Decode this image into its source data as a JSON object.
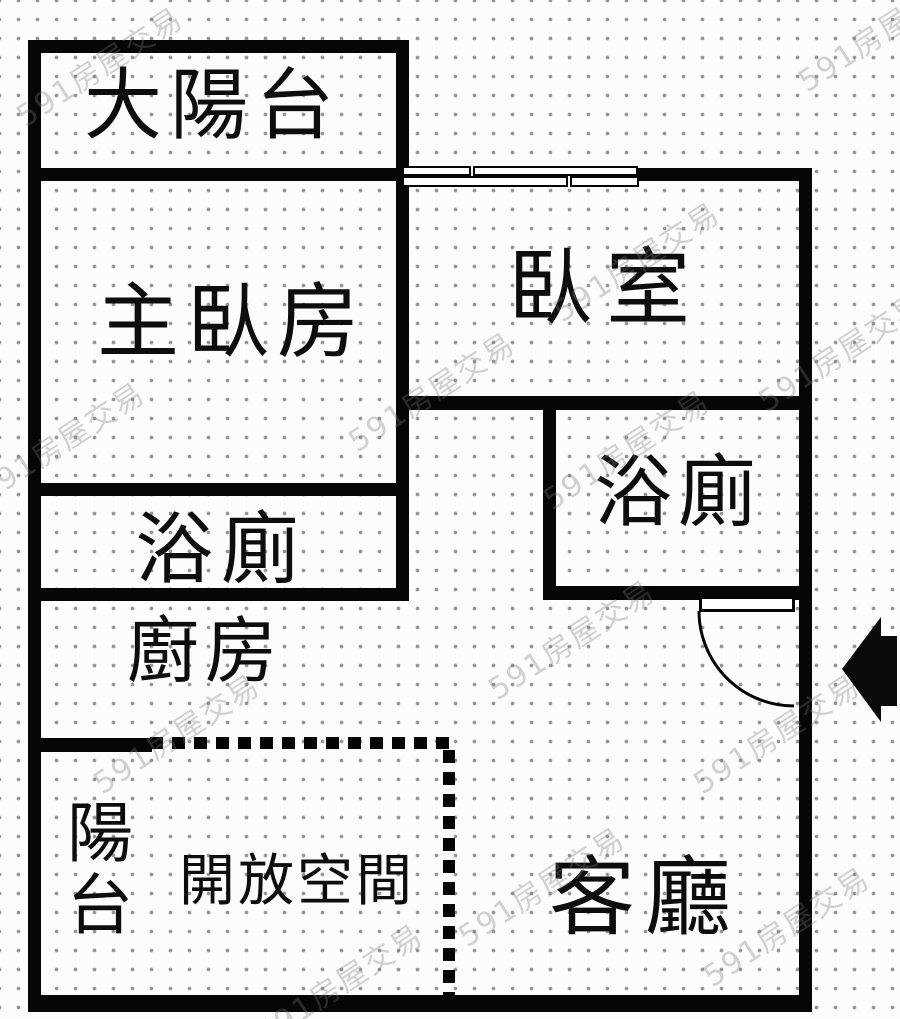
{
  "plan": {
    "type": "apartment-floor-plan",
    "labels": {
      "large_balcony": "大陽台",
      "master_bedroom": "主臥房",
      "bedroom": "臥室",
      "bathroom_left": "浴廁",
      "bathroom_right": "浴廁",
      "kitchen": "廚房",
      "balcony": "陽台",
      "open_space": "開放空間",
      "living_room": "客廳"
    },
    "watermark": {
      "text": "591房屋交易"
    },
    "colors": {
      "wall": "#060606",
      "label_text": "#0d0d0d",
      "background": "#fcfcfc",
      "dot_grid": "#949494",
      "watermark": "rgba(118,118,118,0.33)"
    },
    "symbols": {
      "entrance_arrow": "left-pointing filled arrow at right edge",
      "door": "quarter-circle swing at hallway exit",
      "window": "double-line double-pane window on top wall",
      "open_space_boundary": "thick dashed line"
    }
  }
}
